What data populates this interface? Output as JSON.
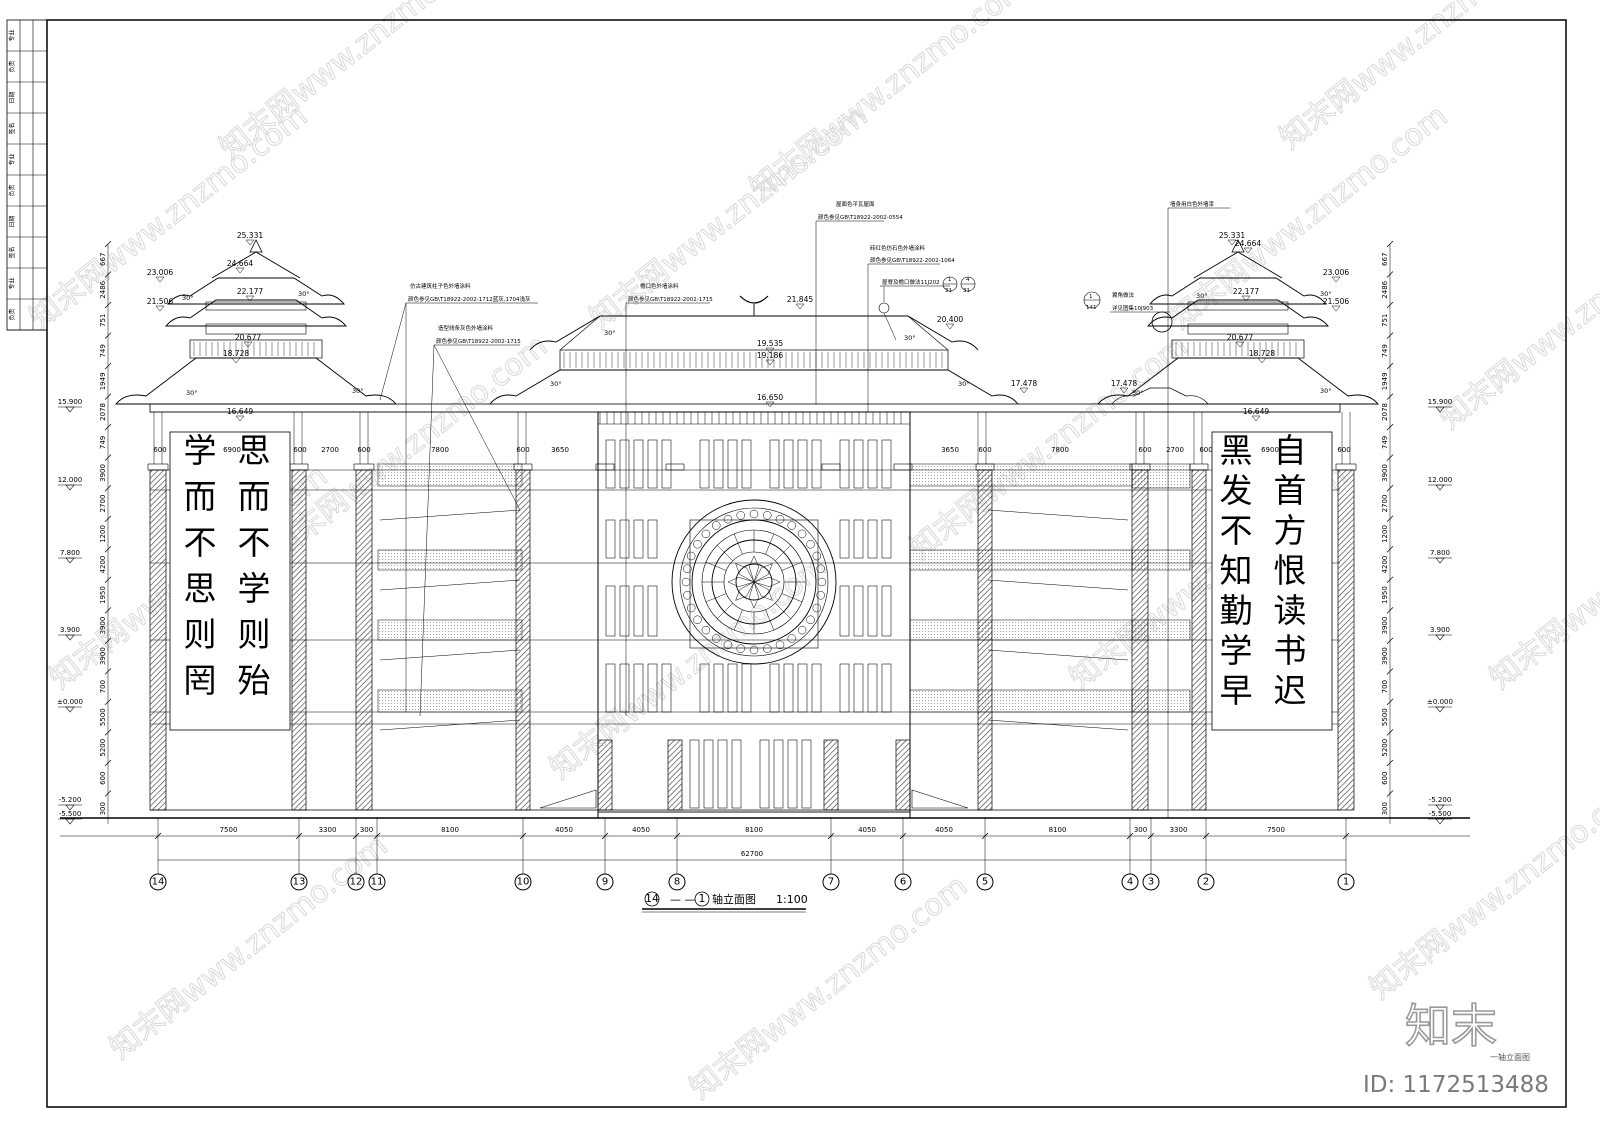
{
  "title_block": {
    "rows": [
      "专业",
      "负责",
      "日期",
      "签名",
      "专业",
      "负责",
      "日期",
      "签名",
      "专业",
      "负责"
    ]
  },
  "drawing_title": {
    "start_axis": "14",
    "end_axis": "1",
    "label": "轴立面图",
    "scale": "1:100"
  },
  "sign_left": {
    "col_right": "思而不学则殆",
    "col_left": "学而不思则罔"
  },
  "sign_right": {
    "col_right": "自首方恨读书迟",
    "col_left": "黑发不知勤学早"
  },
  "axes_bottom": [
    "14",
    "13",
    "12",
    "11",
    "10",
    "9",
    "8",
    "7",
    "6",
    "5",
    "4",
    "3",
    "2",
    "1"
  ],
  "bay_dims": [
    "7500",
    "3300",
    "300",
    "8100",
    "4050",
    "4050",
    "8100",
    "4050",
    "4050",
    "8100",
    "300",
    "3300",
    "7500"
  ],
  "total_dim": "62700",
  "elevations_left": [
    "15.900",
    "12.000",
    "7.800",
    "3.900",
    "±0.000",
    "-5.200",
    "-5.500"
  ],
  "elevations_right": [
    "15.900",
    "12.000",
    "7.800",
    "3.900",
    "±0.000",
    "-5.200",
    "-5.500"
  ],
  "story_dims_left": [
    "667",
    "2486",
    "751",
    "749",
    "1949",
    "2078",
    "749",
    "3900",
    "2700",
    "1200",
    "4200",
    "1950",
    "3900",
    "3900",
    "700",
    "5500",
    "5200",
    "600",
    "300"
  ],
  "story_dims_right": [
    "667",
    "2486",
    "751",
    "749",
    "1949",
    "2078",
    "749",
    "3900",
    "2700",
    "1200",
    "4200",
    "1950",
    "3900",
    "3900",
    "700",
    "5500",
    "5200",
    "600",
    "300"
  ],
  "roof_levels": {
    "tower_top": "25.331",
    "tower_ridge": "24.664",
    "tower_eave2": "23.006",
    "tower_mid": "22.177",
    "tower_eave3": "21.506",
    "tower_base": "20.677",
    "tower_low": "18.728",
    "main_peak": "21.845",
    "main_eave_r": "20.400",
    "main_ridge": "19.535",
    "main_roof2": "19.186",
    "main_eave_low": "17.478",
    "main_parapet": "16.650",
    "tower_parapet": "16.649"
  },
  "roof_angle": "30°",
  "callouts": {
    "roof_tile": "屋面色平瓦屋面",
    "roof_code": "颜色参见GB\\T18922-2002-0554",
    "eave_paint": "檐口色外墙涂料",
    "eave_code": "颜色参见GB\\T18922-2002-1715",
    "facade_paint": "砖红色仿石色外墙涂料",
    "facade_code": "颜色参见GB\\T18922-2002-1064",
    "ref_a": "屋脊及檐口做法11J202",
    "column_paint": "仿古建筑柱子色外墙涂料",
    "column_code": "颜色参见GB\\T18922-2002-1712蓝灰,1704浅灰",
    "line_paint": "造型线条灰色外墙涂料",
    "line_code": "颜色参见GB\\T18922-2002-1715",
    "wall_paint": "墙身用白色外墙漆",
    "corner": "翼角做法",
    "ref_b": "详见图集10J903",
    "detail_num_a": "1",
    "detail_sheet_a": "31",
    "detail_num_b": "4",
    "detail_sheet_b": "31",
    "detail_num_c": "1",
    "detail_sheet_c": "141"
  },
  "colors": {
    "line": "#000000",
    "hatch": "#444444",
    "band": "#cfcfcf",
    "watermark": "#dcdcdc"
  },
  "watermark": {
    "logo": "知末",
    "id": "ID: 1172513488",
    "repeat": "知末网www.znzmo.com"
  },
  "small_label": "一轴立面图"
}
